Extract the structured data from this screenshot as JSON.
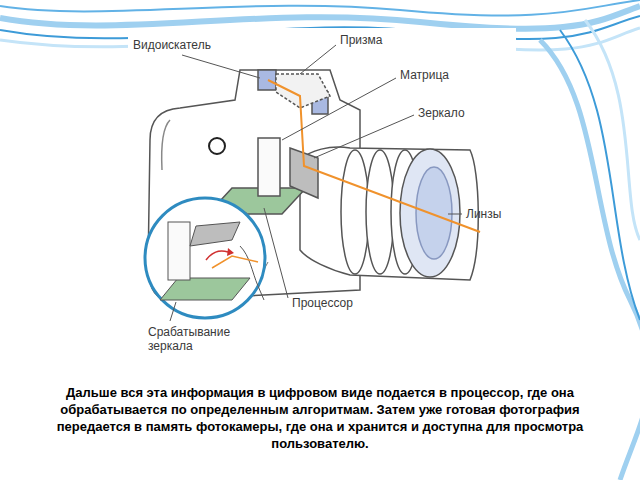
{
  "diagram": {
    "caption": "Дальше вся эта информация в цифровом виде подается в процессор, где она обрабатывается по определенным алгоритмам. Затем уже готовая фотография передается в память фотокамеры, где она и хранится и доступна для просмотра пользователю.",
    "labels": [
      "Видоискатель",
      "Призма",
      "Матрица",
      "Зеркало",
      "Линзы",
      "Процессор",
      "Срабатывание зеркала"
    ]
  }
}
